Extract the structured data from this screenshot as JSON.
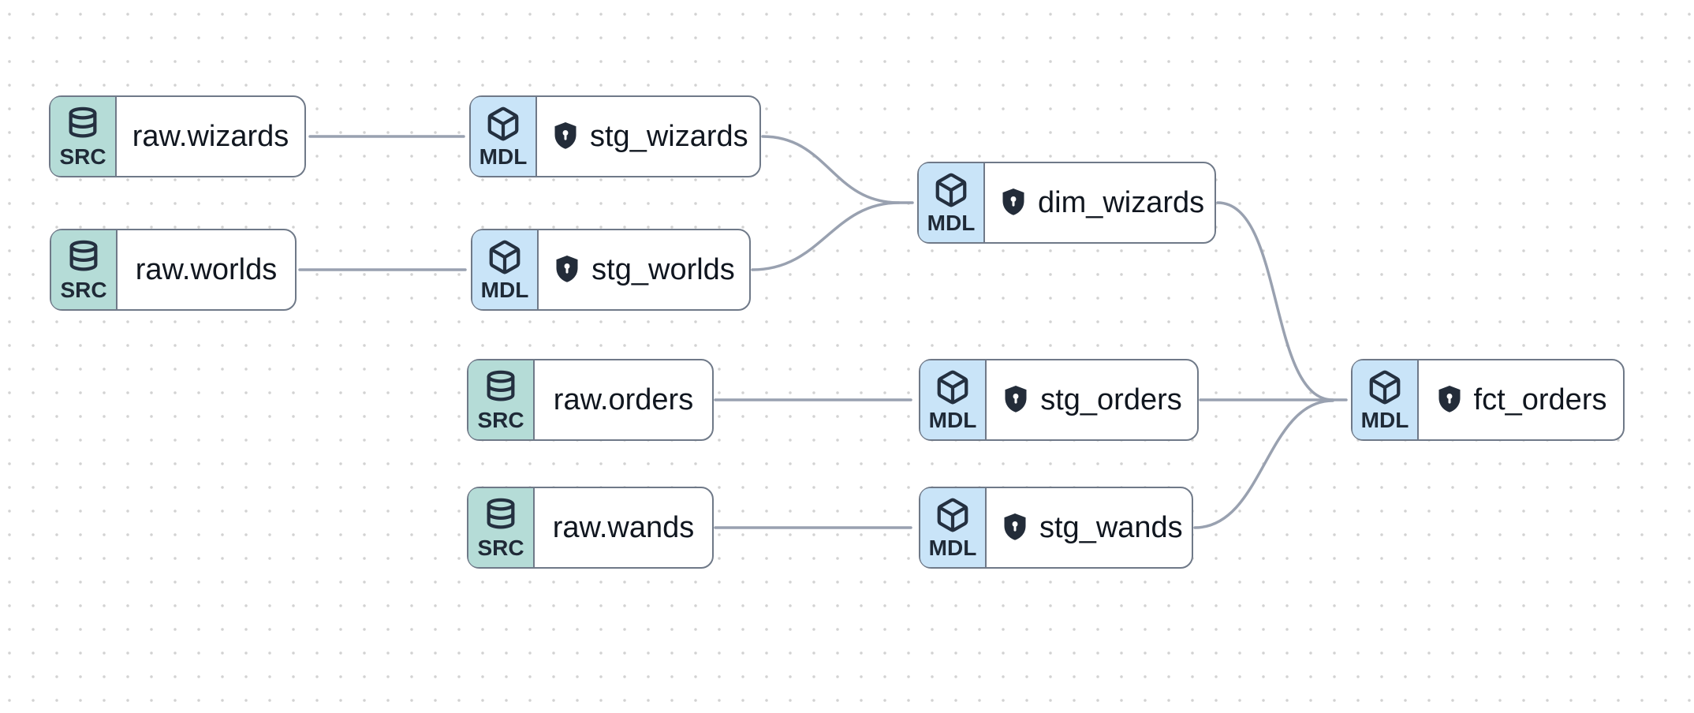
{
  "diagram": {
    "type": "data-lineage-graph",
    "badge_labels": {
      "source": "SRC",
      "model": "MDL"
    },
    "nodes": [
      {
        "id": "raw.wizards",
        "label": "raw.wizards",
        "kind": "source",
        "badge": "SRC",
        "has_shield": false
      },
      {
        "id": "stg_wizards",
        "label": "stg_wizards",
        "kind": "model",
        "badge": "MDL",
        "has_shield": true
      },
      {
        "id": "raw.worlds",
        "label": "raw.worlds",
        "kind": "source",
        "badge": "SRC",
        "has_shield": false
      },
      {
        "id": "stg_worlds",
        "label": "stg_worlds",
        "kind": "model",
        "badge": "MDL",
        "has_shield": true
      },
      {
        "id": "dim_wizards",
        "label": "dim_wizards",
        "kind": "model",
        "badge": "MDL",
        "has_shield": true
      },
      {
        "id": "raw.orders",
        "label": "raw.orders",
        "kind": "source",
        "badge": "SRC",
        "has_shield": false
      },
      {
        "id": "stg_orders",
        "label": "stg_orders",
        "kind": "model",
        "badge": "MDL",
        "has_shield": true
      },
      {
        "id": "fct_orders",
        "label": "fct_orders",
        "kind": "model",
        "badge": "MDL",
        "has_shield": true
      },
      {
        "id": "raw.wands",
        "label": "raw.wands",
        "kind": "source",
        "badge": "SRC",
        "has_shield": false
      },
      {
        "id": "stg_wands",
        "label": "stg_wands",
        "kind": "model",
        "badge": "MDL",
        "has_shield": true
      }
    ],
    "edges": [
      {
        "from": "raw.wizards",
        "to": "stg_wizards"
      },
      {
        "from": "raw.worlds",
        "to": "stg_worlds"
      },
      {
        "from": "raw.orders",
        "to": "stg_orders"
      },
      {
        "from": "raw.wands",
        "to": "stg_wands"
      },
      {
        "from": "stg_wizards",
        "to": "dim_wizards"
      },
      {
        "from": "stg_worlds",
        "to": "dim_wizards"
      },
      {
        "from": "dim_wizards",
        "to": "fct_orders"
      },
      {
        "from": "stg_orders",
        "to": "fct_orders"
      },
      {
        "from": "stg_wands",
        "to": "fct_orders"
      }
    ],
    "colors": {
      "source_badge_bg": "#b5dcd7",
      "model_badge_bg": "#c9e4f8",
      "node_border": "#6f7988",
      "edge": "#99a1b0",
      "icon": "#243040",
      "dot_grid": "#d2d2d2",
      "background": "#ffffff"
    },
    "icon_names": [
      "database-icon",
      "cube-icon",
      "shield-lock-icon"
    ]
  }
}
